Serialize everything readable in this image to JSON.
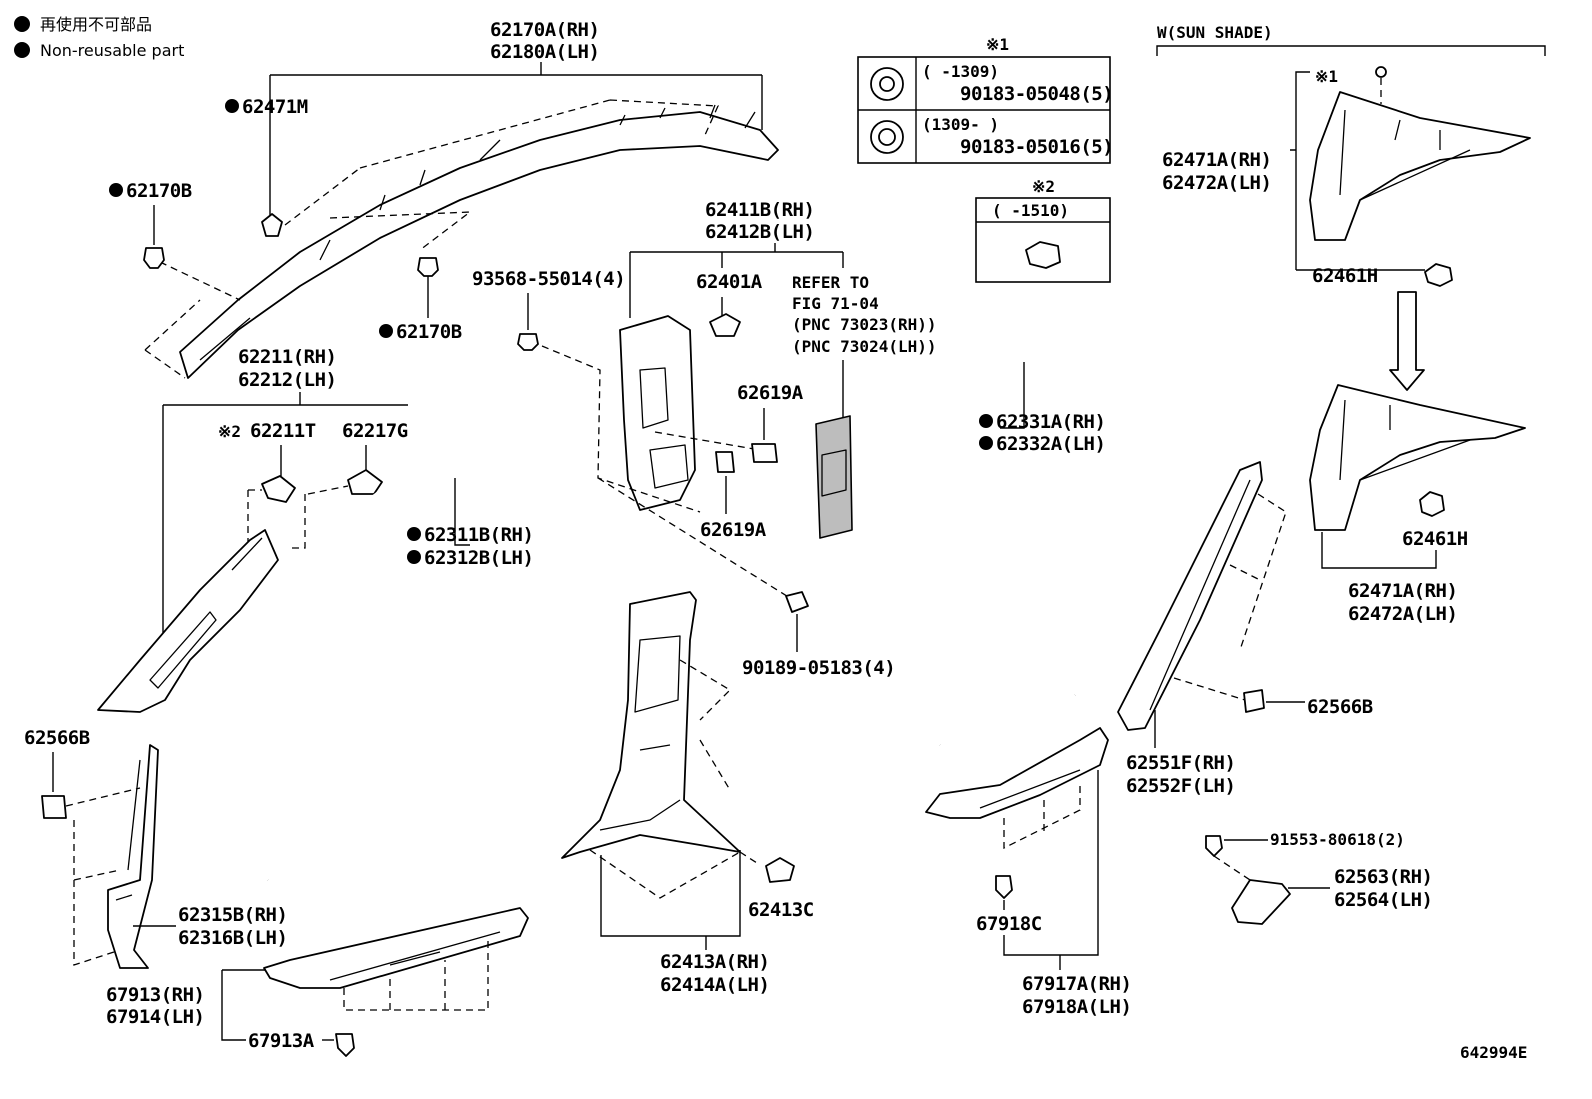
{
  "legend": {
    "jp": "再使用不可部品",
    "en": "Non-reusable part"
  },
  "figure_code": "642994E",
  "sun_shade_title": "W(SUN SHADE)",
  "note1": {
    "mark": "※1",
    "row1_range": "(     -1309)",
    "row1_part": "90183-05048(5)",
    "row2_range": "(1309-     )",
    "row2_part": "90183-05016(5)"
  },
  "note2": {
    "mark": "※2",
    "range": "(     -1510)"
  },
  "refer": {
    "line1": "REFER TO",
    "line2": "FIG 71-04",
    "line3": "(PNC 73023(RH))",
    "line4": "(PNC 73024(LH))"
  },
  "labels": {
    "p62170A": "62170A(RH)",
    "p62180A": "62180A(LH)",
    "p62471M": "62471M",
    "p62170B_a": "62170B",
    "p62170B_b": "62170B",
    "p62211": "62211(RH)",
    "p62212": "62212(LH)",
    "p62211T_mark": "※2",
    "p62211T": "62211T",
    "p62217G": "62217G",
    "p93568": "93568-55014(4)",
    "p62411B": "62411B(RH)",
    "p62412B": "62412B(LH)",
    "p62401A": "62401A",
    "p62619A_a": "62619A",
    "p62619A_b": "62619A",
    "p62311B": "62311B(RH)",
    "p62312B": "62312B(LH)",
    "p90189": "90189-05183(4)",
    "p62566B_l": "62566B",
    "p62315B": "62315B(RH)",
    "p62316B": "62316B(LH)",
    "p67913": "67913(RH)",
    "p67914": "67914(LH)",
    "p67913A": "67913A",
    "p62413C": "62413C",
    "p62413A": "62413A(RH)",
    "p62414A": "62414A(LH)",
    "p62331A": "62331A(RH)",
    "p62332A": "62332A(LH)",
    "p62551F": "62551F(RH)",
    "p62552F": "62552F(LH)",
    "p62566B_r": "62566B",
    "p67918C": "67918C",
    "p67917A": "67917A(RH)",
    "p67918A": "67918A(LH)",
    "p91553": "91553-80618(2)",
    "p62563": "62563(RH)",
    "p62564": "62564(LH)",
    "p62471A_top": "62471A(RH)",
    "p62472A_top": "62472A(LH)",
    "p62471A_bot": "62471A(RH)",
    "p62472A_bot": "62472A(LH)",
    "p62461H_top": "62461H",
    "p62461H_bot": "62461H",
    "sun_mark": "※1"
  }
}
